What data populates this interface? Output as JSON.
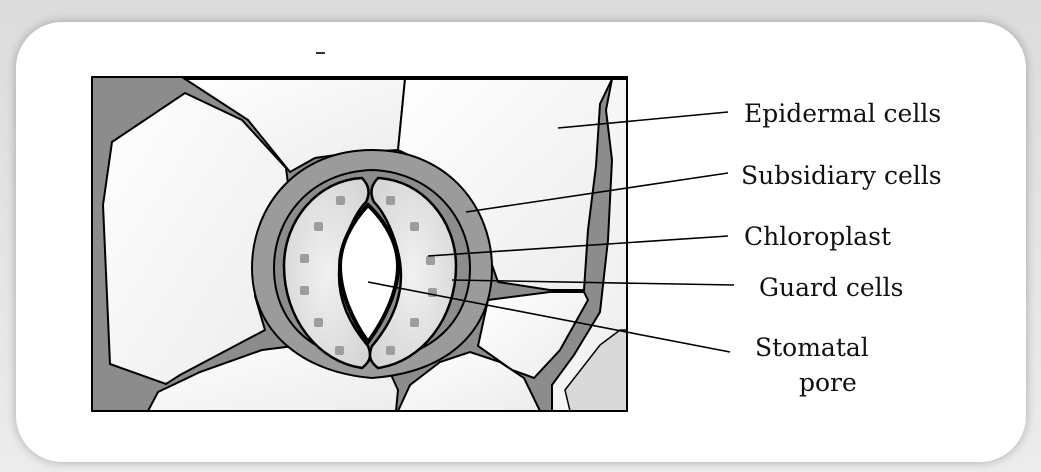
{
  "labels": {
    "epidermal": "Epidermal cells",
    "subsidiary": "Subsidiary cells",
    "chloroplast": "Chloroplast",
    "guard": "Guard cells",
    "pore_line1": "Stomatal",
    "pore_line2": "pore"
  },
  "colors": {
    "cell_wall_gray": "#8a8a8a",
    "subsidiary_gray": "#9a9a9a",
    "guard_fill": "#e2e2e2",
    "chloroplast_gray": "#9d9d9d",
    "outline": "#000000"
  }
}
